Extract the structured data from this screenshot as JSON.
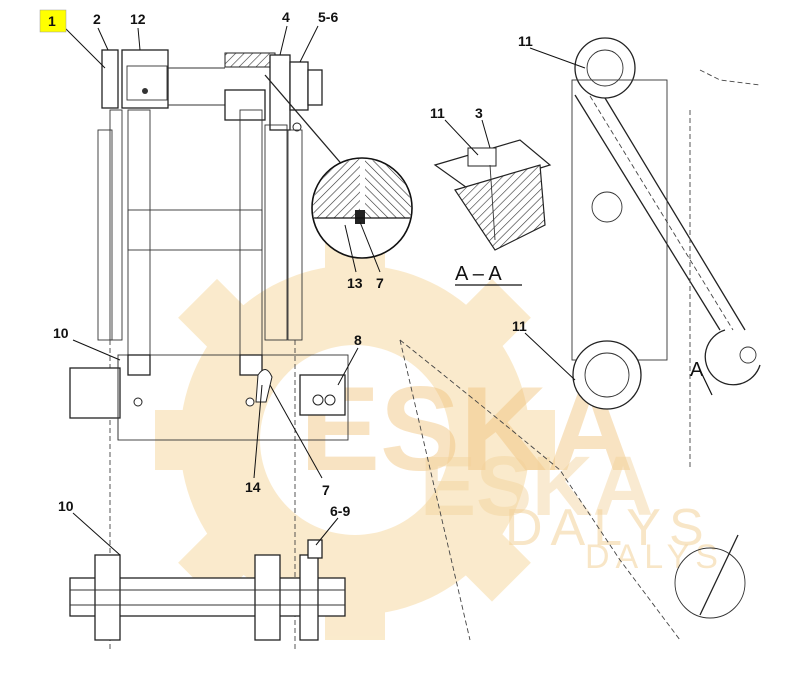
{
  "watermark": {
    "big": "ESKA",
    "mid": "ESKA",
    "small": "DALYS",
    "xsmall": "DALYS",
    "color": "#f1c27a"
  },
  "highlight_color": "#ffff00",
  "labels": {
    "l1": "1",
    "l2": "2",
    "l12": "12",
    "l4": "4",
    "l56": "5-6",
    "l11_top": "11",
    "l11_aa": "11",
    "l3": "3",
    "l13": "13",
    "l7_detail": "7",
    "l11_mid": "11",
    "l10_top": "10",
    "l8": "8",
    "l14": "14",
    "l7_low": "7",
    "l10_low": "10",
    "l69": "6-9",
    "lA": "A"
  },
  "section": "A – A"
}
